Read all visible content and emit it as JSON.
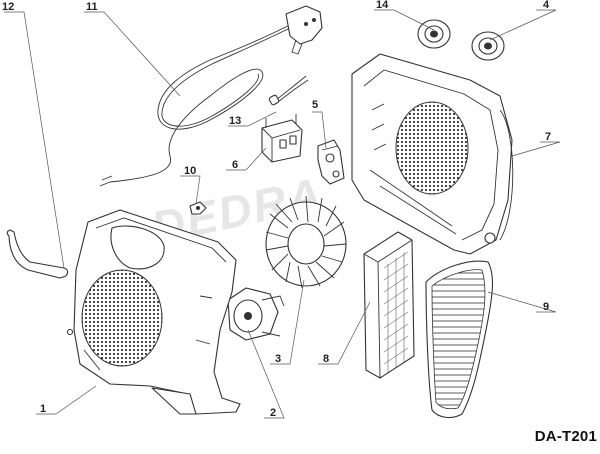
{
  "diagram": {
    "model": "DA-T201",
    "watermark": "DEDRA",
    "callouts": [
      {
        "id": "1"
      },
      {
        "id": "2"
      },
      {
        "id": "3"
      },
      {
        "id": "4"
      },
      {
        "id": "5"
      },
      {
        "id": "6"
      },
      {
        "id": "7"
      },
      {
        "id": "8"
      },
      {
        "id": "9"
      },
      {
        "id": "10"
      },
      {
        "id": "11"
      },
      {
        "id": "12"
      },
      {
        "id": "13"
      },
      {
        "id": "14"
      }
    ]
  }
}
